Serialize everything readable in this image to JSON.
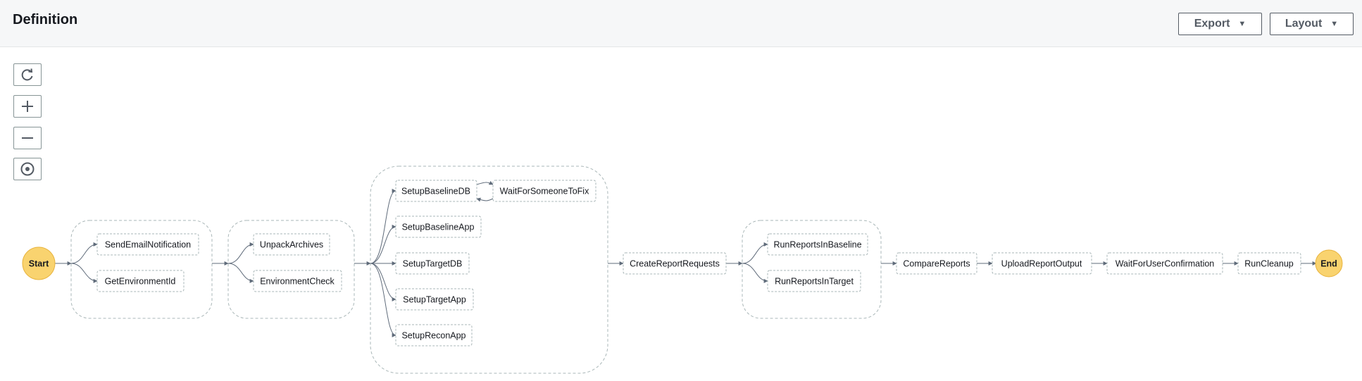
{
  "header": {
    "title": "Definition",
    "export_label": "Export",
    "layout_label": "Layout"
  },
  "controls": [
    "refresh-icon",
    "zoom-in-icon",
    "zoom-out-icon",
    "center-icon"
  ],
  "graph": {
    "start_label": "Start",
    "end_label": "End",
    "states": {
      "send_email": "SendEmailNotification",
      "get_env": "GetEnvironmentId",
      "unpack": "UnpackArchives",
      "env_check": "EnvironmentCheck",
      "setup_baseline_db": "SetupBaselineDB",
      "wait_fix": "WaitForSomeoneToFix",
      "setup_baseline_app": "SetupBaselineApp",
      "setup_target_db": "SetupTargetDB",
      "setup_target_app": "SetupTargetApp",
      "setup_recon_app": "SetupReconApp",
      "create_report_requests": "CreateReportRequests",
      "run_reports_baseline": "RunReportsInBaseline",
      "run_reports_target": "RunReportsInTarget",
      "compare_reports": "CompareReports",
      "upload_report_output": "UploadReportOutput",
      "wait_user_confirm": "WaitForUserConfirmation",
      "run_cleanup": "RunCleanup"
    },
    "colors": {
      "terminal_fill": "#f9d36f",
      "terminal_stroke": "#e8b33d",
      "edge": "#5f6b7a",
      "dashed": "#aab7b8"
    }
  }
}
